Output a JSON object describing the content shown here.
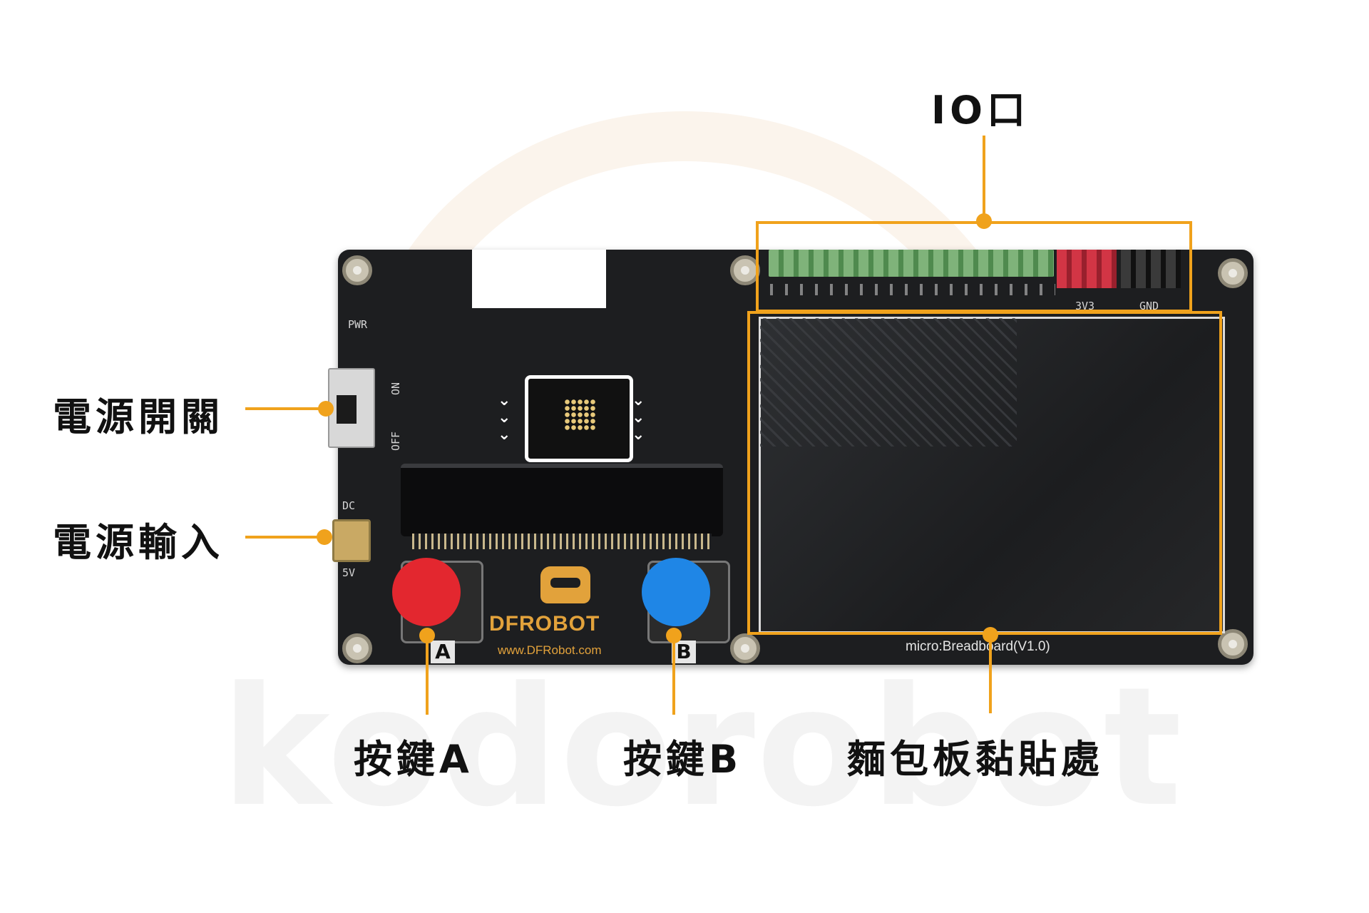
{
  "labels": {
    "io_port": "IO口",
    "power_switch": "電源開關",
    "power_input": "電源輸入",
    "button_a": "按鍵A",
    "button_b": "按鍵B",
    "breadboard_area": "麵包板黏貼處"
  },
  "board_silk": {
    "pwr": "PWR",
    "on": "ON",
    "off": "OFF",
    "dc": "DC",
    "five_v": "5V",
    "rail_3v3": "3V3",
    "rail_gnd": "GND",
    "brand": "DFROBOT",
    "url": "www.DFRobot.com",
    "board_name": "micro:Breadboard(V1.0)",
    "key_a": "A",
    "key_b": "B"
  },
  "watermark": "kodorobot",
  "colors": {
    "annotation": "#f0a21c",
    "board": "#1d1e20",
    "button_a": "#e3272f",
    "button_b": "#1f86e6"
  }
}
